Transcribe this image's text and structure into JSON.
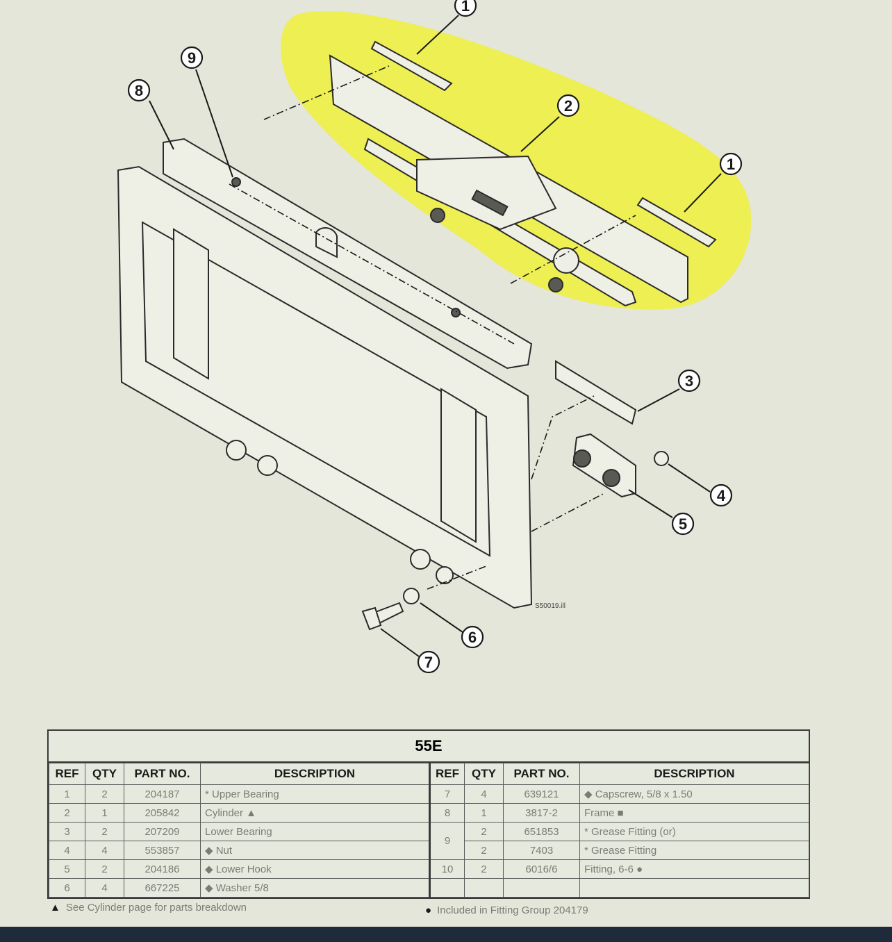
{
  "diagram": {
    "drawing_id": "S50019.ill",
    "callouts": [
      {
        "num": "1",
        "key": "upper-bearing-left"
      },
      {
        "num": "1",
        "key": "upper-bearing-right"
      },
      {
        "num": "2",
        "key": "cylinder"
      },
      {
        "num": "3",
        "key": "lower-bearing"
      },
      {
        "num": "4",
        "key": "nut"
      },
      {
        "num": "5",
        "key": "lower-hook"
      },
      {
        "num": "6",
        "key": "washer"
      },
      {
        "num": "7",
        "key": "capscrew"
      },
      {
        "num": "8",
        "key": "frame"
      },
      {
        "num": "9",
        "key": "grease-fitting"
      }
    ],
    "highlight_color": "#eef03a"
  },
  "table": {
    "title": "55E",
    "headers": [
      "REF",
      "QTY",
      "PART NO.",
      "DESCRIPTION",
      "REF",
      "QTY",
      "PART NO.",
      "DESCRIPTION"
    ],
    "left_rows": [
      {
        "ref": "1",
        "qty": "2",
        "part": "204187",
        "desc": "* Upper Bearing"
      },
      {
        "ref": "2",
        "qty": "1",
        "part": "205842",
        "desc": "Cylinder ▲"
      },
      {
        "ref": "3",
        "qty": "2",
        "part": "207209",
        "desc": "Lower Bearing"
      },
      {
        "ref": "4",
        "qty": "4",
        "part": "553857",
        "desc": "◆ Nut"
      },
      {
        "ref": "5",
        "qty": "2",
        "part": "204186",
        "desc": "◆ Lower Hook"
      },
      {
        "ref": "6",
        "qty": "4",
        "part": "667225",
        "desc": "◆ Washer 5/8"
      }
    ],
    "right_rows": [
      {
        "ref": "7",
        "qty": "4",
        "part": "639121",
        "desc": "◆ Capscrew, 5/8 x 1.50"
      },
      {
        "ref": "8",
        "qty": "1",
        "part": "3817-2",
        "desc": "Frame ■"
      },
      {
        "ref": "9",
        "qty": "2",
        "part": "651853",
        "desc": "* Grease Fitting (or)"
      },
      {
        "ref": "",
        "qty": "2",
        "part": "7403",
        "desc": "* Grease Fitting"
      },
      {
        "ref": "10",
        "qty": "2",
        "part": "6016/6",
        "desc": "Fitting, 6-6 ●"
      },
      {
        "ref": "",
        "qty": "",
        "part": "",
        "desc": ""
      }
    ]
  },
  "notes": {
    "left_symbol": "▲",
    "left_text": "See Cylinder page for parts breakdown",
    "right_symbol": "●",
    "right_text": "Included in Fitting Group 204179"
  }
}
